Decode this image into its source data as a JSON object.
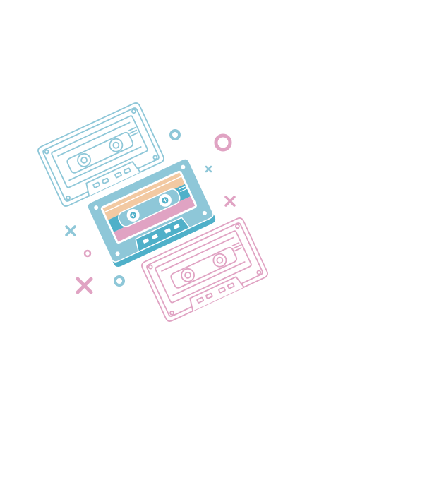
{
  "colors": {
    "background": "#ffffff",
    "blue": "#8ec7d8",
    "blue_dark": "#4fb0c9",
    "pink": "#e0a3c3",
    "peach": "#f2c9a2",
    "grid_blue": "#a9d3e0",
    "grid_pink": "#ecbfd4"
  },
  "illustration": {
    "cassettes": [
      {
        "name": "outline-blue-cassette",
        "style": "outline",
        "color": "blue"
      },
      {
        "name": "filled-cassette",
        "style": "filled",
        "color": "blue_dark"
      },
      {
        "name": "outline-pink-cassette",
        "style": "outline",
        "color": "pink"
      }
    ],
    "decorations": [
      "circle-icon",
      "cross-icon"
    ]
  }
}
